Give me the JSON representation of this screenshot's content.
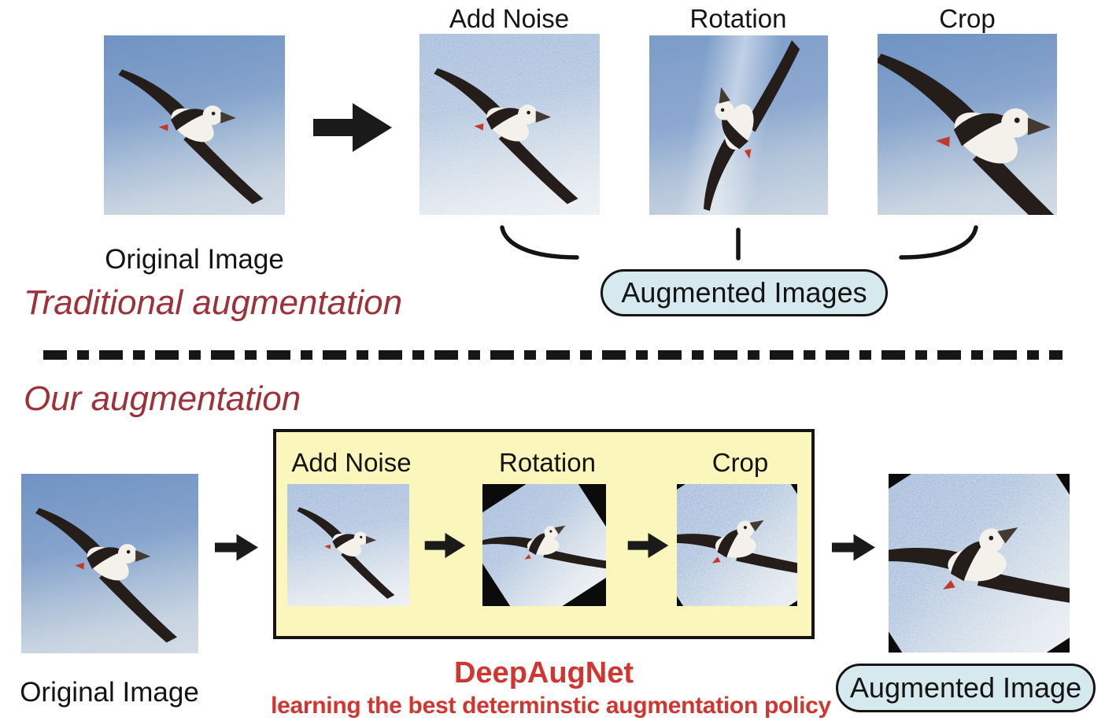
{
  "figure": {
    "traditional": {
      "heading": "Traditional augmentation",
      "original_caption": "Original Image",
      "ops": [
        "Add Noise",
        "Rotation",
        "Crop"
      ],
      "result_label": "Augmented Images"
    },
    "ours": {
      "heading": "Our augmentation",
      "original_caption": "Original Image",
      "ops": [
        "Add Noise",
        "Rotation",
        "Crop"
      ],
      "module_name": "DeepAugNet",
      "module_caption": "learning the best determinstic augmentation policy",
      "result_label": "Augmented Image"
    },
    "icons": [
      "arrow-right-icon",
      "brace-connector",
      "bird-illustration"
    ],
    "colors": {
      "heading_red": "#9e3037",
      "accent_red": "#d2352f",
      "module_yellow": "#fbf6bc",
      "pill_blue": "#d6e9ef",
      "ink": "#141414",
      "sky_blue_top": "#6f93c3",
      "sky_blue_bottom": "#d3dce6"
    }
  }
}
